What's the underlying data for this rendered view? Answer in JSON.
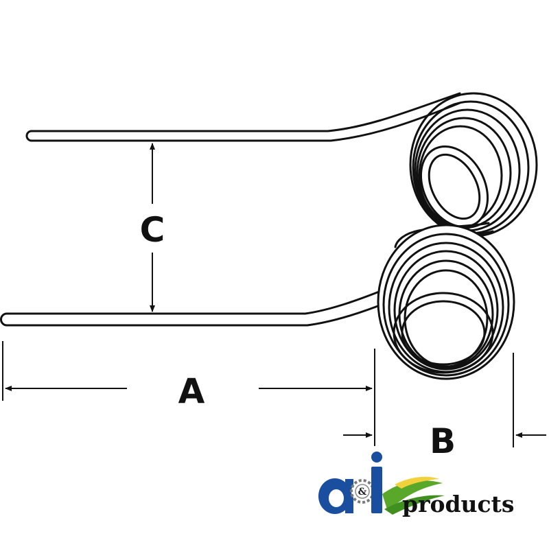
{
  "diagram": {
    "dimension_labels": {
      "a": "A",
      "b": "B",
      "c": "C"
    },
    "logo": {
      "text": "products",
      "mark_letters": "a&i",
      "colors": {
        "blue": "#1a4fa0",
        "green": "#5aa82a",
        "yellow": "#f2d23c"
      }
    },
    "line_color": "#111111"
  }
}
